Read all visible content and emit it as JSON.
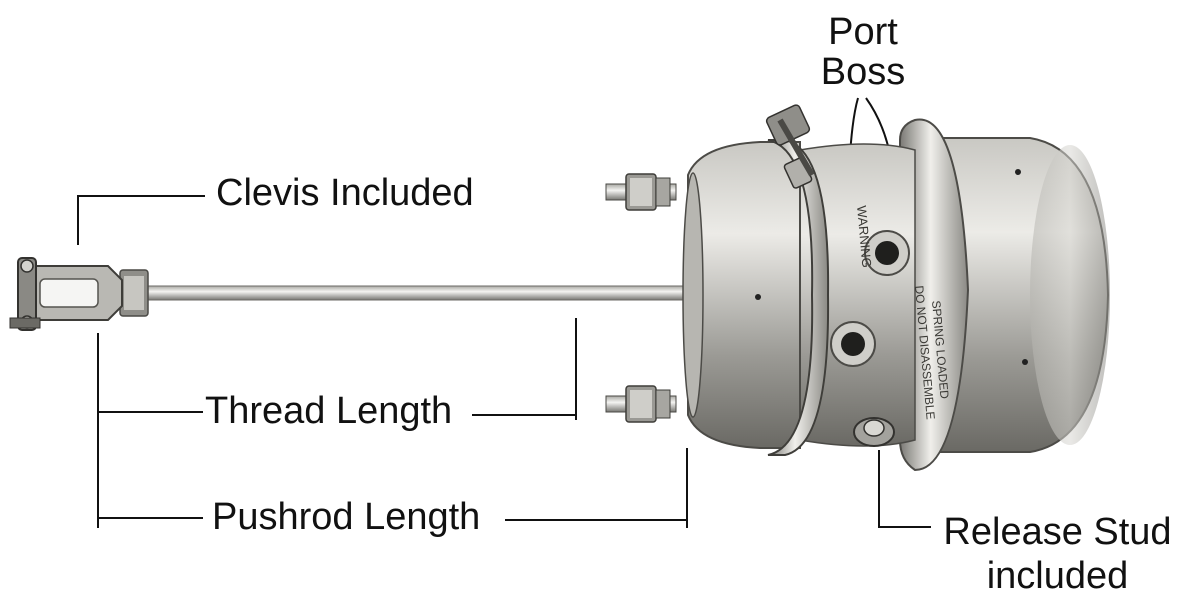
{
  "labels": {
    "port_boss": [
      "Port",
      "Boss"
    ],
    "clevis": "Clevis Included",
    "thread_length": "Thread Length",
    "pushrod_length": "Pushrod Length",
    "release_stud": [
      "Release Stud",
      "included"
    ]
  },
  "stamped_text": {
    "warning": "WARNING",
    "spring_loaded": "SPRING LOADED",
    "do_not_disassemble": "DO NOT DISASSEMBLE"
  },
  "colors": {
    "background": "#ffffff",
    "metal_light": "#d9d9d6",
    "metal_mid": "#a9a8a3",
    "metal_dark": "#5f5e5a",
    "callout_line": "#111111"
  }
}
